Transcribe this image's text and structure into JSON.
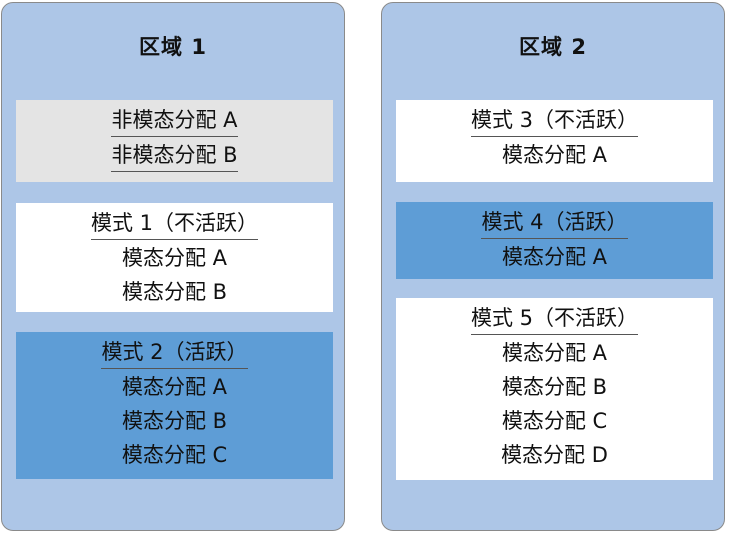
{
  "zones": [
    {
      "title": "区域 1",
      "boxes": [
        {
          "type": "non-modal",
          "color": "#e4e4e4",
          "items": [
            "非模态分配 A",
            "非模态分配 B"
          ]
        },
        {
          "type": "mode",
          "color": "#ffffff",
          "header": "模式 1（不活跃）",
          "items": [
            "模态分配 A",
            "模态分配 B"
          ]
        },
        {
          "type": "mode",
          "color": "#5e9dd6",
          "header": "模式 2（活跃）",
          "items": [
            "模态分配 A",
            "模态分配 B",
            "模态分配 C"
          ]
        }
      ]
    },
    {
      "title": "区域 2",
      "boxes": [
        {
          "type": "mode",
          "color": "#ffffff",
          "header": "模式 3（不活跃）",
          "items": [
            "模态分配 A"
          ]
        },
        {
          "type": "mode",
          "color": "#5e9dd6",
          "header": "模式 4（活跃）",
          "items": [
            "模态分配 A"
          ]
        },
        {
          "type": "mode",
          "color": "#ffffff",
          "header": "模式 5（不活跃）",
          "items": [
            "模态分配 A",
            "模态分配 B",
            "模态分配 C",
            "模态分配 D"
          ]
        }
      ]
    }
  ],
  "colors": {
    "zone_fill": "#adc6e7",
    "zone_border": "#8a8a8a",
    "active": "#5e9dd6",
    "inactive": "#ffffff",
    "non_modal": "#e4e4e4"
  }
}
